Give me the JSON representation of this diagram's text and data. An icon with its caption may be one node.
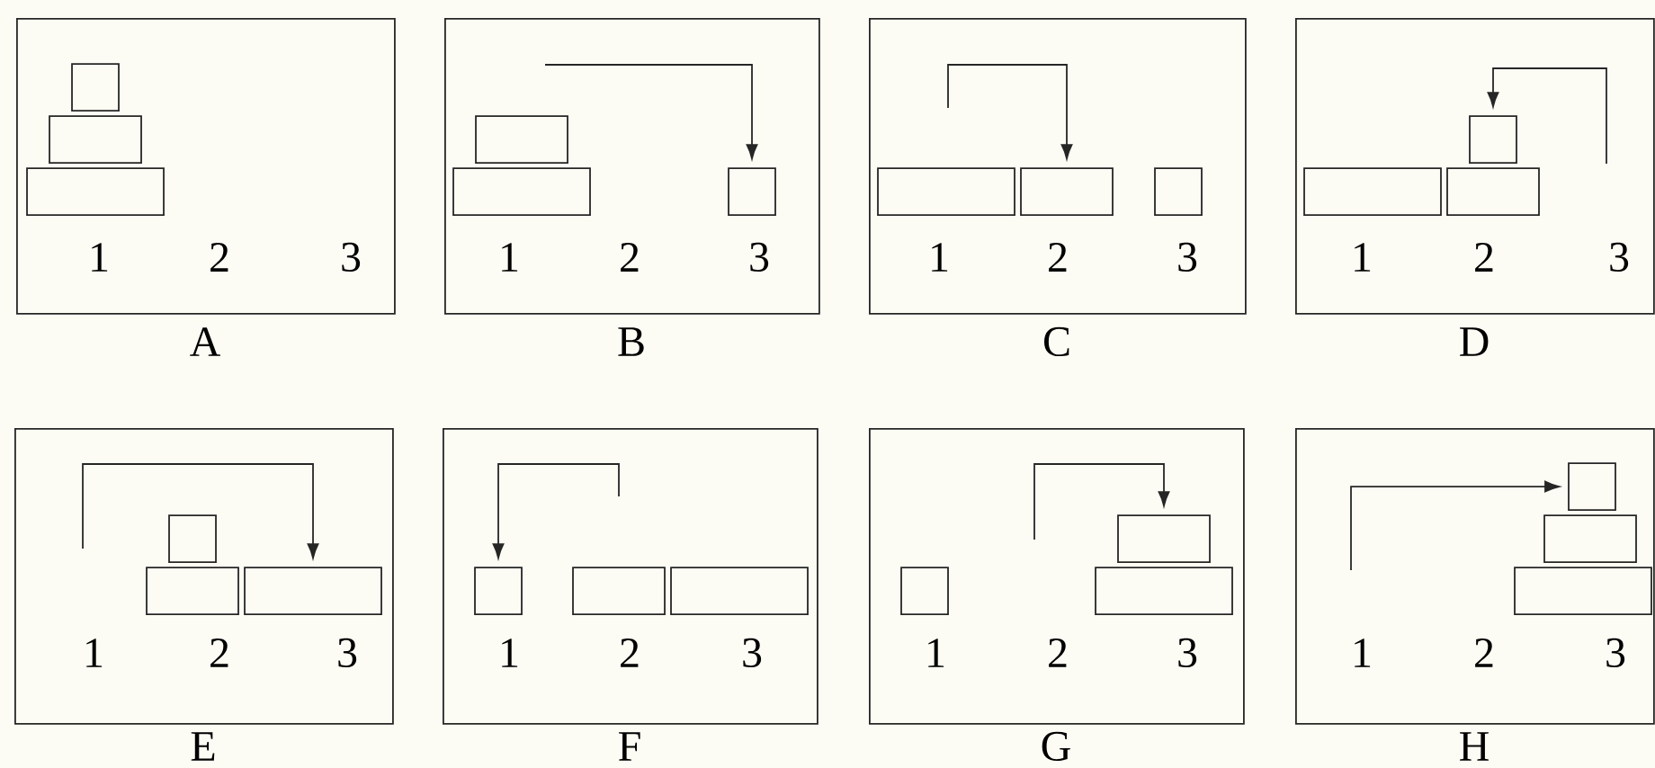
{
  "diagram": {
    "nodes": [
      {
        "text": [
          "A"
        ]
      },
      {
        "text": [],
        "shape": "box",
        "in": 0
      },
      {
        "text": [],
        "shape": "box",
        "in": 0
      },
      {
        "text": [],
        "shape": "box",
        "in": 0
      },
      {
        "text": [
          "B"
        ]
      },
      {
        "text": [],
        "shape": "box",
        "in": 4
      },
      {
        "text": [],
        "shape": "box",
        "in": 4
      },
      {
        "text": [],
        "shape": "box",
        "in": 4
      },
      {
        "text": [
          "C"
        ]
      },
      {
        "text": [],
        "shape": "box",
        "in": 8
      },
      {
        "text": [],
        "shape": "box",
        "in": 8
      },
      {
        "text": [],
        "shape": "box",
        "in": 8
      },
      {
        "text": [
          "D"
        ]
      },
      {
        "text": [],
        "shape": "box",
        "in": 12
      },
      {
        "text": [],
        "shape": "box",
        "in": 12
      },
      {
        "text": [],
        "shape": "box",
        "in": 12
      },
      {
        "text": [
          "E"
        ]
      },
      {
        "text": [],
        "shape": "box",
        "in": 16
      },
      {
        "text": [],
        "shape": "box",
        "in": 16
      },
      {
        "text": [],
        "shape": "box",
        "in": 16
      },
      {
        "text": [
          "F"
        ]
      },
      {
        "text": [],
        "shape": "box",
        "in": 20
      },
      {
        "text": [],
        "shape": "box",
        "in": 20
      },
      {
        "text": [],
        "shape": "box",
        "in": 20
      },
      {
        "text": [
          "G"
        ]
      },
      {
        "text": [],
        "shape": "box",
        "in": 24
      },
      {
        "text": [],
        "shape": "box",
        "in": 24
      },
      {
        "text": [],
        "shape": "box",
        "in": 24
      },
      {
        "text": [
          "H"
        ]
      },
      {
        "text": [],
        "shape": "box",
        "in": 28
      },
      {
        "text": [],
        "shape": "box",
        "in": 28
      },
      {
        "text": [],
        "shape": "box",
        "in": 28
      }
    ],
    "edges": [
      {
        "from": null,
        "to": 7,
        "arrow": "to"
      },
      {
        "from": null,
        "to": 10,
        "arrow": "to"
      },
      {
        "from": null,
        "to": 15,
        "arrow": "to"
      },
      {
        "from": null,
        "to": 19,
        "arrow": "to"
      },
      {
        "from": null,
        "to": 21,
        "arrow": "to"
      },
      {
        "from": null,
        "to": 27,
        "arrow": "to"
      },
      {
        "from": null,
        "to": 31,
        "arrow": "to"
      }
    ],
    "labels": [
      "1",
      "2",
      "3",
      "1",
      "2",
      "3",
      "1",
      "2",
      "3",
      "1",
      "2",
      "3",
      "1",
      "2",
      "3",
      "1",
      "2",
      "3",
      "1",
      "2",
      "3",
      "1",
      "2",
      "3"
    ]
  }
}
